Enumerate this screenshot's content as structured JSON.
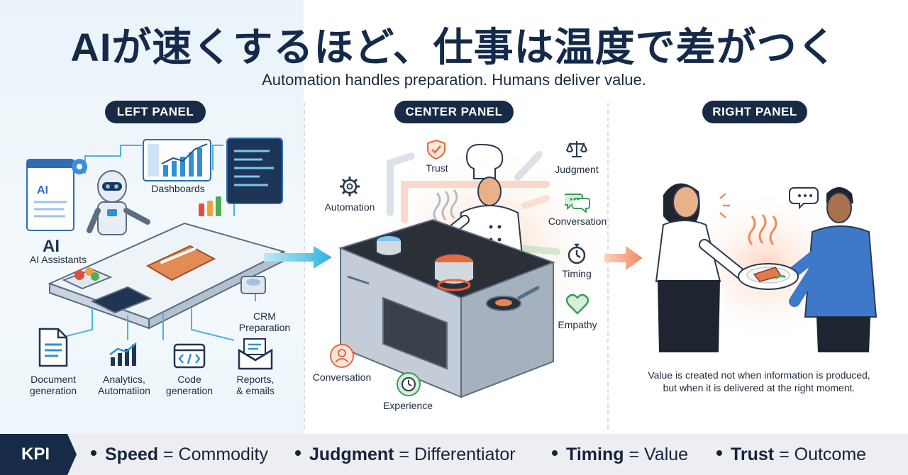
{
  "header": {
    "title": "AIが速くするほど、仕事は温度で差がつく",
    "subtitle": "Automation handles preparation. Humans deliver value."
  },
  "panels": {
    "left": {
      "pill": "LEFT PANEL",
      "ai_mark": "AI",
      "ai_screen_text": "AI",
      "labels": {
        "dashboards": "Dashboards",
        "ai_assistants": "AI Assistants",
        "crm": "CRM\nPreparation",
        "document": "Document\ngeneration",
        "analytics": "Analytics,\nAutomatiion",
        "code": "Code\ngeneration",
        "reports": "Reports,\n& emails"
      }
    },
    "center": {
      "pill": "CENTER PANEL",
      "labels": {
        "trust": "Trust",
        "automation": "Automation",
        "judgment": "Judgment",
        "conversation_right": "Conversation",
        "timing": "Timing",
        "empathy": "Empathy",
        "conversation_left": "Conversation",
        "experience": "Experience"
      }
    },
    "right": {
      "pill": "RIGHT PANEL",
      "value_text": "Value is created not when information is produced,\nbut when it is delivered at the right moment."
    }
  },
  "kpi": {
    "tag": "KPI",
    "items": [
      {
        "key": "Speed",
        "value": "= Commodity"
      },
      {
        "key": "Judgment",
        "value": "= Differentiator"
      },
      {
        "key": "Timing",
        "value": "= Value"
      },
      {
        "key": "Trust",
        "value": "= Outcome"
      }
    ]
  },
  "colors": {
    "navy": "#172a46",
    "ai_blue": "#2f8fd6",
    "cyan_arrow": "#4cc0e6",
    "warm_orange": "#f08a5d",
    "green": "#4fb86a",
    "human_blue": "#3e79c9"
  }
}
